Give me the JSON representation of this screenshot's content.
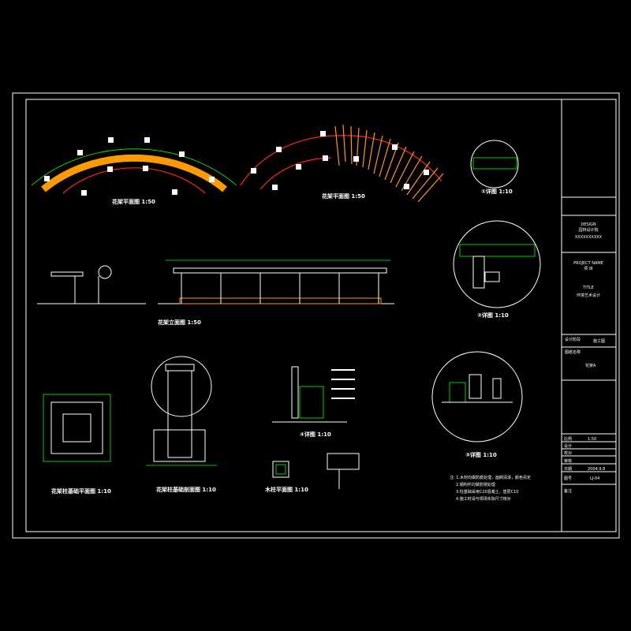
{
  "drawings": {
    "plan1_title": "花架平面图 1:50",
    "plan2_title": "花架平面图 1:50",
    "detail1_title": "①详图 1:10",
    "detail2_title": "②详图 1:10",
    "elevation_title": "花架立面图 1:50",
    "detail3_title": "③详图 1:10",
    "detail4_title": "④详图 1:10",
    "footing_plan_title": "花架柱基础平面图 1:10",
    "footing_section_title": "花架柱基础剖面图 1:10",
    "post_plan_title": "木柱平面图 1:10"
  },
  "notes": [
    "注: 1.木材均做防腐处理，面刷清漆，颜色另定",
    "2.钢构件均做防锈处理",
    "3.柱基础采用C20混凝土，垫层C10",
    "4.施工时请与现场实际尺寸核对"
  ],
  "title_block": {
    "company_en": "DESIGN",
    "company": "园林设计院",
    "company_sub": "XXXXXXXXXX",
    "project_label_en": "PROJECT NAME",
    "project_label": "项 目",
    "project_en": "TITLE",
    "project": "环境艺术设计",
    "stage_label": "设计阶段",
    "stage": "施工图",
    "drawing_label": "图纸名称",
    "drawing": "花架A",
    "rows": [
      {
        "label": "比例",
        "value": "1:50"
      },
      {
        "label": "设计",
        "value": ""
      },
      {
        "label": "校对",
        "value": ""
      },
      {
        "label": "审核",
        "value": ""
      },
      {
        "label": "日期",
        "value": "2004.9.8"
      },
      {
        "label": "图号",
        "value": "LJ-04"
      }
    ],
    "footer_label": "备注"
  }
}
